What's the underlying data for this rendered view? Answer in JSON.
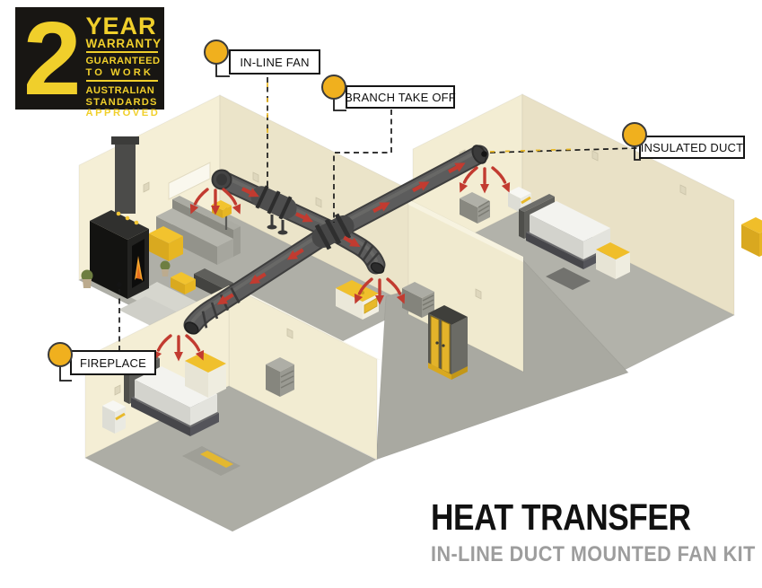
{
  "warranty_badge": {
    "number": "2",
    "year": "YEAR",
    "warranty": "WARRANTY",
    "guaranteed": "GUARANTEED",
    "to_work": "TO WORK",
    "australian": "AUSTRALIAN",
    "standards": "STANDARDS",
    "approved": "APPROVED"
  },
  "callouts": {
    "in_line_fan": "IN-LINE FAN",
    "branch_take_off": "BRANCH TAKE OFF",
    "insulated_duct": "INSULATED DUCT",
    "fireplace": "FIREPLACE"
  },
  "title": {
    "heading": "HEAT TRANSFER",
    "subheading": "IN-LINE DUCT MOUNTED FAN KIT"
  },
  "colors": {
    "badge_bg": "#181613",
    "badge_text": "#F0CF2B",
    "callout_marker": "#F0B01E",
    "callout_border": "#151515",
    "airflow_arrow": "#C23B30",
    "duct": "#5C5C5C",
    "wall_light": "#F3EDD4",
    "wall_shaded": "#EAE2C7",
    "floor": "#AFAFA7",
    "heading": "#111111",
    "subheading": "#9D9D9D"
  },
  "scene": {
    "rooms": [
      "living room with fireplace",
      "right bedroom",
      "front-left bedroom",
      "middle room"
    ]
  }
}
